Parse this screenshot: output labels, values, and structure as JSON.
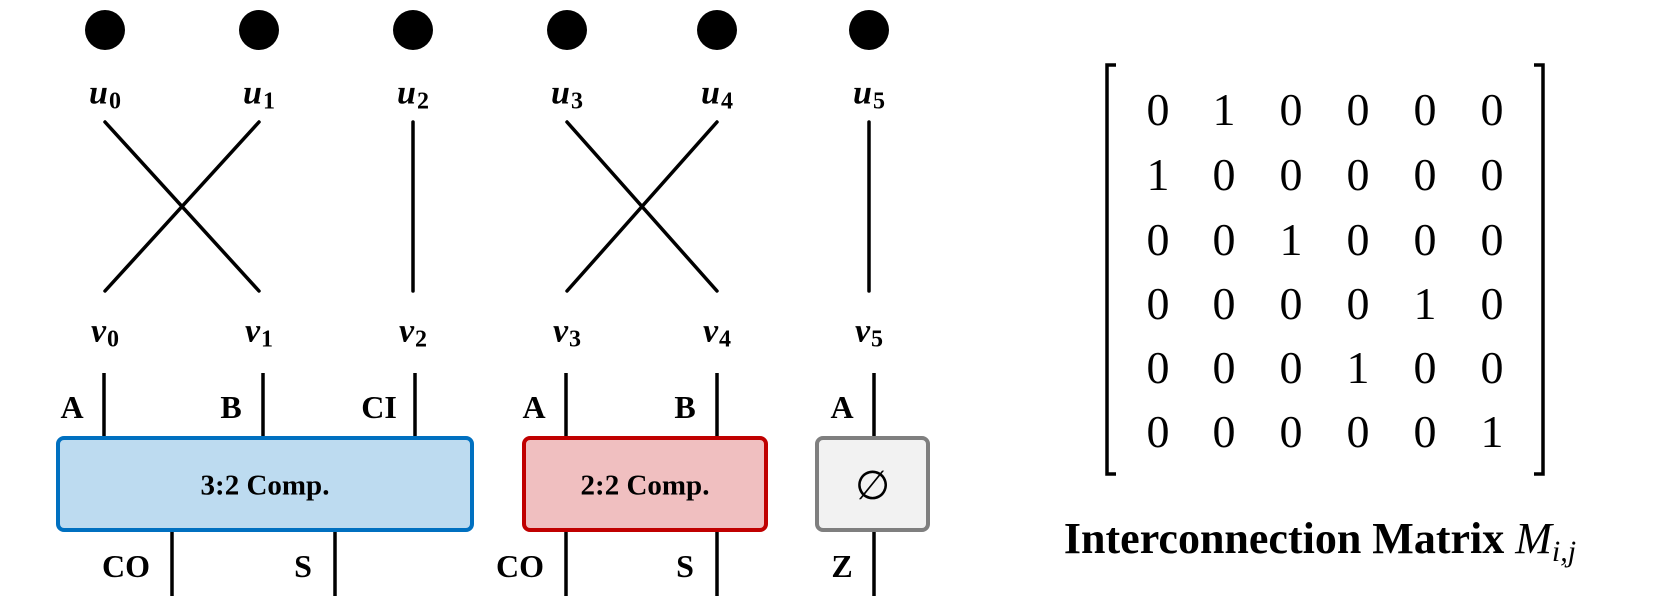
{
  "inputs": [
    {
      "name": "u",
      "sub": "0"
    },
    {
      "name": "u",
      "sub": "1"
    },
    {
      "name": "u",
      "sub": "2"
    },
    {
      "name": "u",
      "sub": "3"
    },
    {
      "name": "u",
      "sub": "4"
    },
    {
      "name": "u",
      "sub": "5"
    }
  ],
  "outputs": [
    {
      "name": "v",
      "sub": "0"
    },
    {
      "name": "v",
      "sub": "1"
    },
    {
      "name": "v",
      "sub": "2"
    },
    {
      "name": "v",
      "sub": "3"
    },
    {
      "name": "v",
      "sub": "4"
    },
    {
      "name": "v",
      "sub": "5"
    }
  ],
  "permutation": [
    1,
    0,
    2,
    4,
    3,
    5
  ],
  "compressors": [
    {
      "label": "3:2 Comp.",
      "fill": "#bddbf0",
      "stroke": "#0070c0",
      "inputs": [
        "A",
        "B",
        "CI"
      ],
      "outputs": [
        "CO",
        "S"
      ]
    },
    {
      "label": "2:2 Comp.",
      "fill": "#f0bfc0",
      "stroke": "#c00000",
      "inputs": [
        "A",
        "B"
      ],
      "outputs": [
        "CO",
        "S"
      ]
    },
    {
      "label": "∅",
      "fill": "#f2f2f2",
      "stroke": "#7f7f7f",
      "inputs": [
        "A"
      ],
      "outputs": [
        "Z"
      ]
    }
  ],
  "matrix": {
    "rows": [
      [
        "0",
        "1",
        "0",
        "0",
        "0",
        "0"
      ],
      [
        "1",
        "0",
        "0",
        "0",
        "0",
        "0"
      ],
      [
        "0",
        "0",
        "1",
        "0",
        "0",
        "0"
      ],
      [
        "0",
        "0",
        "0",
        "0",
        "1",
        "0"
      ],
      [
        "0",
        "0",
        "0",
        "1",
        "0",
        "0"
      ],
      [
        "0",
        "0",
        "0",
        "0",
        "0",
        "1"
      ]
    ],
    "title_text": "Interconnection Matrix",
    "title_symbol": "M",
    "title_sub": "i,j"
  }
}
